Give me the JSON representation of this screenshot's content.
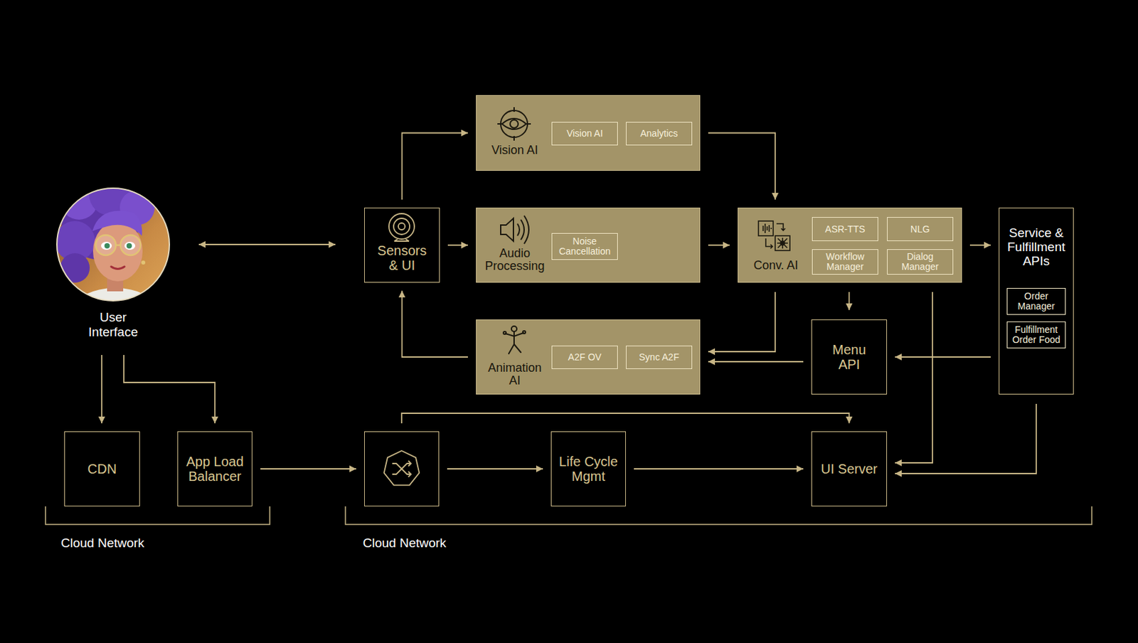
{
  "diagram": {
    "nodes": [
      {
        "text": [
          "User Interface"
        ]
      },
      {
        "text": [
          "Sensors & UI"
        ]
      },
      {
        "text": [
          "Vision AI"
        ]
      },
      {
        "text": [
          "Vision AI"
        ],
        "in": 2
      },
      {
        "text": [
          "Analytics"
        ],
        "in": 2
      },
      {
        "text": [
          "Audio Processing"
        ]
      },
      {
        "text": [
          "Noise Cancellation"
        ],
        "in": 5
      },
      {
        "text": [
          "Animation AI"
        ]
      },
      {
        "text": [
          "A2F OV"
        ],
        "in": 7
      },
      {
        "text": [
          "Sync A2F"
        ],
        "in": 7
      },
      {
        "text": [
          "Conv. AI"
        ]
      },
      {
        "text": [
          "ASR-TTS"
        ],
        "in": 10
      },
      {
        "text": [
          "NLG"
        ],
        "in": 10
      },
      {
        "text": [
          "Workflow Manager"
        ],
        "in": 10
      },
      {
        "text": [
          "Dialog Manager"
        ],
        "in": 10
      },
      {
        "text": [
          "Service & Fulfillment APIs"
        ]
      },
      {
        "text": [
          "Order Manager"
        ],
        "in": 15
      },
      {
        "text": [
          "Fulfillment Order Food"
        ],
        "in": 15
      },
      {
        "text": [
          "Menu API"
        ]
      },
      {
        "text": [
          "CDN"
        ]
      },
      {
        "text": [
          "App Load Balancer"
        ]
      },
      {
        "text": []
      },
      {
        "text": [
          "Life Cycle Mgmt"
        ]
      },
      {
        "text": [
          "UI Server"
        ]
      }
    ],
    "edges": [
      {
        "from": 0,
        "to": 1,
        "arrow": "both"
      },
      {
        "from": 1,
        "to": 2,
        "arrow": "to"
      },
      {
        "from": 1,
        "to": 5,
        "arrow": "to"
      },
      {
        "from": 2,
        "to": 10,
        "arrow": "to"
      },
      {
        "from": 5,
        "to": 10,
        "arrow": "to"
      },
      {
        "from": 10,
        "to": 15,
        "arrow": "to"
      },
      {
        "from": 10,
        "to": 18,
        "arrow": "to"
      },
      {
        "from": 10,
        "to": 7,
        "arrow": "to"
      },
      {
        "from": 18,
        "to": 7,
        "arrow": "to"
      },
      {
        "from": 15,
        "to": 18,
        "arrow": "to"
      },
      {
        "from": 7,
        "to": 1,
        "arrow": "to"
      },
      {
        "from": 10,
        "to": 23,
        "arrow": "to"
      },
      {
        "from": 15,
        "to": 23,
        "arrow": "to"
      },
      {
        "from": 0,
        "to": 19,
        "arrow": "to"
      },
      {
        "from": 0,
        "to": 20,
        "arrow": "to"
      },
      {
        "from": 20,
        "to": 21,
        "arrow": "to"
      },
      {
        "from": 21,
        "to": 22,
        "arrow": "to"
      },
      {
        "from": 22,
        "to": 23,
        "arrow": "to"
      },
      {
        "from": 21,
        "to": 23,
        "arrow": "to"
      }
    ],
    "labels": [
      "Cloud Network",
      "Cloud Network"
    ]
  }
}
